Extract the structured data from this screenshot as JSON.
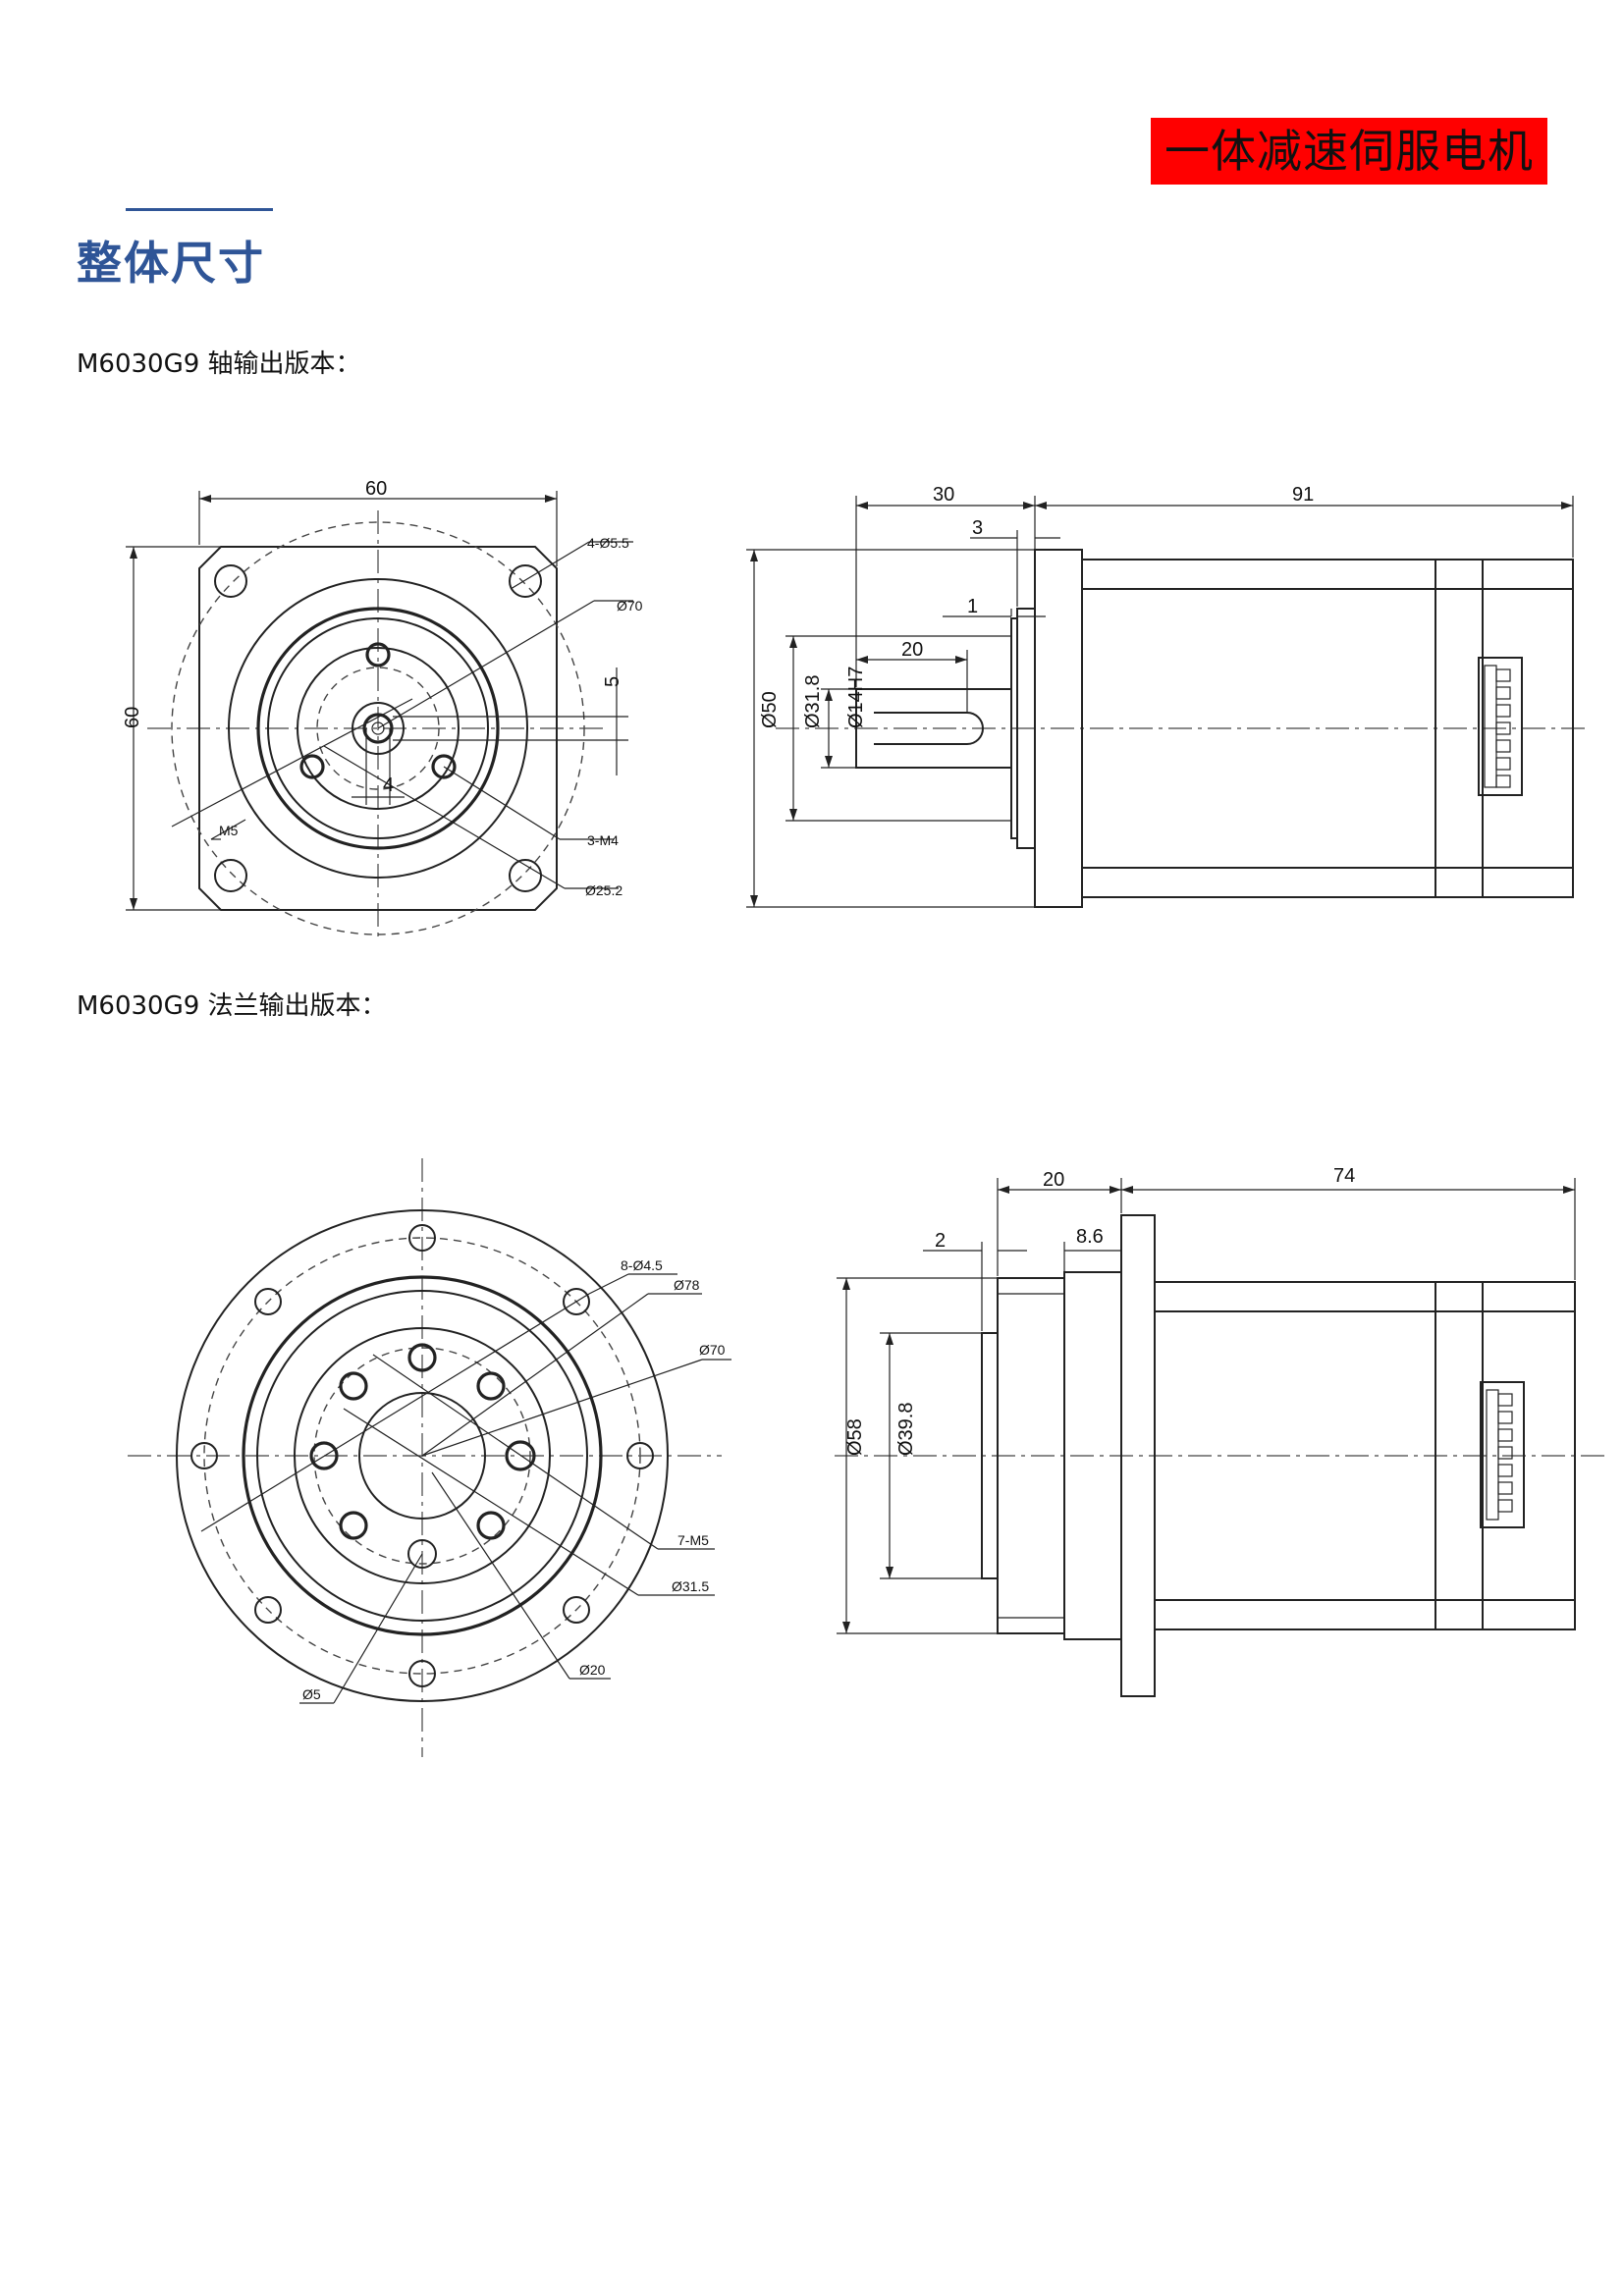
{
  "header": {
    "badge": "一体减速伺服电机"
  },
  "section": {
    "title": "整体尺寸"
  },
  "captions": {
    "shaft": "M6030G9 轴输出版本：",
    "flange": "M6030G9 法兰输出版本："
  },
  "shaft_front": {
    "dim_width": "60",
    "dim_height": "60",
    "dim_key_height": "5",
    "dim_key_width": "4",
    "label_holes": "4-Ø5.5",
    "label_pcd": "Ø70",
    "label_center": "M5",
    "label_threads": "3-M4",
    "label_thread_pcd": "Ø25.2"
  },
  "shaft_side": {
    "dim_shaft_total": "30",
    "dim_body": "91",
    "dim_step": "3",
    "dim_step2": "1",
    "dim_key_len": "20",
    "dim_flange_dia": "Ø50",
    "dim_boss_dia": "Ø31.8",
    "dim_shaft_dia": "Ø14H7"
  },
  "flange_front": {
    "label_holes": "8-Ø4.5",
    "label_outer": "Ø78",
    "label_pcd": "Ø70",
    "label_threads": "7-M5",
    "label_thread_pcd": "Ø31.5",
    "label_bore": "Ø20",
    "label_pin": "Ø5"
  },
  "flange_side": {
    "dim_front": "20",
    "dim_body": "74",
    "dim_step": "2",
    "dim_step2": "8.6",
    "dim_outer_dia": "Ø58",
    "dim_inner_dia": "Ø39.8"
  },
  "colors": {
    "badge_bg": "#ff0000",
    "title": "#2f5597"
  }
}
